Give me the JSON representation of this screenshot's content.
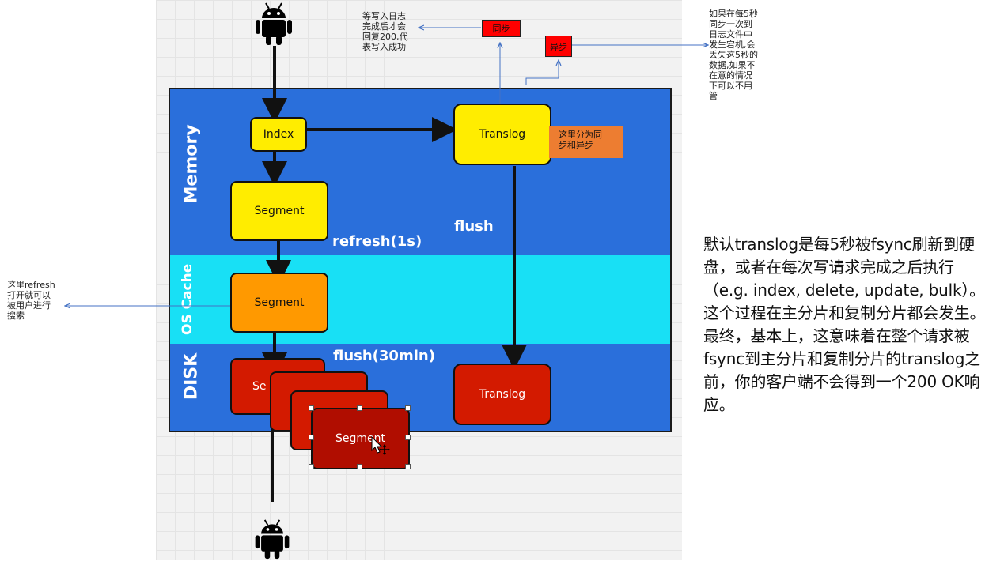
{
  "labels": {
    "memory": "Memory",
    "oscache": "OS Cache",
    "disk": "DISK",
    "refresh": "refresh(1s)",
    "flush": "flush",
    "flush30": "flush(30min)"
  },
  "boxes": {
    "index": "Index",
    "segment_mem": "Segment",
    "segment_cache": "Segment",
    "segment_disk_partial": "Se",
    "segment_disk_front": "Segment",
    "translog_mem": "Translog",
    "translog_disk": "Translog"
  },
  "tags": {
    "sync": "同步",
    "async": "异步"
  },
  "notes": {
    "sync_note": "等写入日志\n完成后才会\n回复200,代\n表写入成功",
    "async_note": "如果在每5秒\n同步一次到\n日志文件中\n发生宕机,会\n丢失这5秒的\n数据,如果不\n在意的情况\n下可以不用\n管",
    "split_note": "这里分为同\n步和异步",
    "refresh_note": "这里refresh\n打开就可以\n被用户进行\n搜索"
  },
  "explanation": "默认translog是每5秒被fsync刷新到硬盘，或者在每次写请求完成之后执行（e.g. index, delete, update, bulk）。这个过程在主分片和复制分片都会发生。最终，基本上，这意味着在整个请求被fsync到主分片和复制分片的translog之前，你的客户端不会得到一个200 OK响应。",
  "colors": {
    "memory_bg": "#2a6fdb",
    "oscache_bg": "#18e0f5",
    "yellow": "#ffed00",
    "orange": "#ff9900",
    "red": "#d31a00",
    "tag_red": "#ff0000",
    "split_note_bg": "#ed7d31",
    "arrow_blue": "#4472c4"
  },
  "icons": [
    "android-icon-top",
    "android-icon-bottom",
    "move-cursor-icon"
  ]
}
